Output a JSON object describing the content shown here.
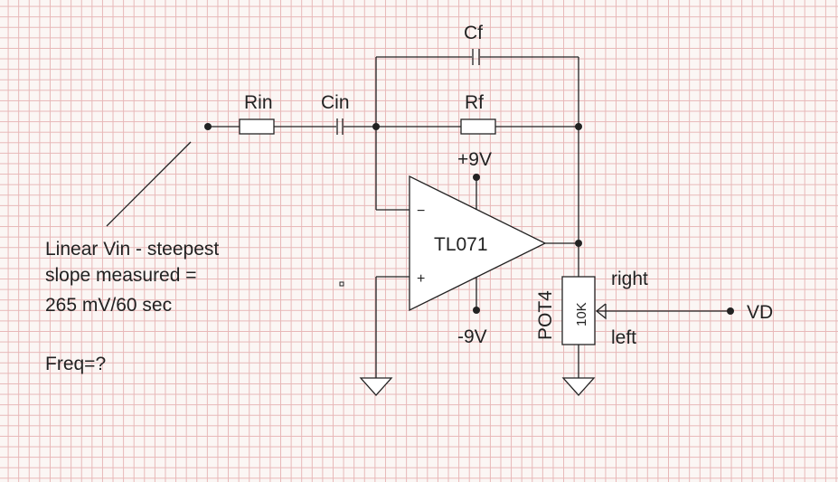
{
  "components": {
    "rin_label": "Rin",
    "cin_label": "Cin",
    "cf_label": "Cf",
    "rf_label": "Rf",
    "opamp_label": "TL071",
    "pos_supply": "+9V",
    "neg_supply": "-9V",
    "minus_pin": "−",
    "plus_pin": "+",
    "pot_label": "POT4",
    "pot_value": "10K",
    "pot_right": "right",
    "pot_left": "left",
    "vd_label": "VD"
  },
  "annotation": {
    "line1": "Linear Vin - steepest",
    "line2": "slope measured =",
    "line3": "265 mV/60 sec",
    "question": "Freq=?"
  }
}
